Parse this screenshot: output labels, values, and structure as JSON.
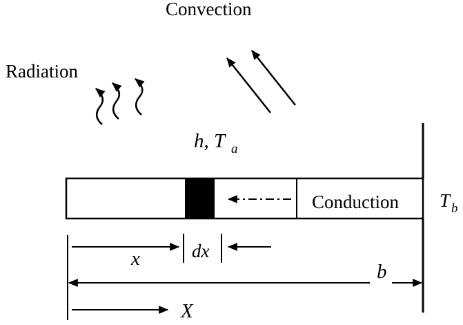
{
  "diagram": {
    "labels": {
      "convection": "Convection",
      "radiation": "Radiation",
      "h_ta_main": "h, T",
      "h_ta_sub": "a",
      "conduction": "Conduction",
      "t_b_main": "T",
      "t_b_sub": "b",
      "x_dim": "x",
      "dx_dim": "dx",
      "b_dim": "b",
      "x_axis": "X"
    },
    "colors": {
      "line": "#000000",
      "background": "#ffffff",
      "element_fill": "#000000"
    }
  }
}
